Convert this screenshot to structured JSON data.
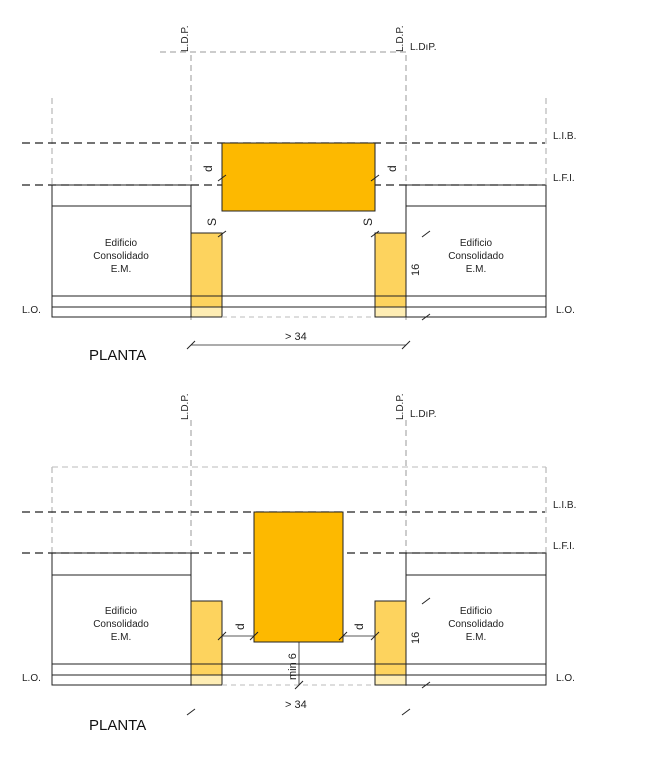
{
  "labels": {
    "ldp": "L.D.P.",
    "ldp_right": "L.DıP.",
    "lib": "L.I.B.",
    "lfi": "L.F.I.",
    "lo": "L.O."
  },
  "building": {
    "line1": "Edificio",
    "line2": "Consolidado",
    "line3": "E.M."
  },
  "plan1": {
    "title": "PLANTA",
    "dim_width": "> 34",
    "dim_d": "d",
    "dim_s": "S",
    "dim_16": "16"
  },
  "plan2": {
    "title": "PLANTA",
    "dim_width": "> 34",
    "dim_d": "d",
    "dim_min6": "min 6",
    "dim_16": "16"
  },
  "colors": {
    "main_block": "#FDB900",
    "side_block": "#FDD35E",
    "side_block_light": "#FEEDB4",
    "line": "#222222",
    "dash": "#999999"
  }
}
